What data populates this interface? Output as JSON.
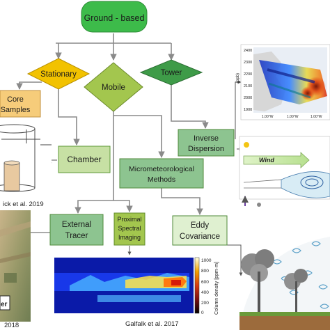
{
  "nodes": {
    "ground_based": "Ground - based",
    "stationary": "Stationary",
    "mobile": "Mobile",
    "tower": "Tower",
    "core_samples": [
      "Core",
      "Samples"
    ],
    "chamber": "Chamber",
    "inverse_dispersion": [
      "Inverse",
      "Dispersion"
    ],
    "micrometeorological": [
      "Micrometeorological",
      "Methods"
    ],
    "external_tracer": [
      "External",
      "Tracer"
    ],
    "proximal_spectral": [
      "Proximal",
      "Spectral",
      "Imaging"
    ],
    "eddy_covariance": [
      "Eddy",
      "Covariance"
    ]
  },
  "captions": {
    "chamber_ref": "ick et al. 2019",
    "tracer_ref": "2018",
    "imaging_ref": "Galfalk et al. 2017",
    "wind_label": "Wind",
    "colorbar_label": "Column density [ppm·m]",
    "colorbar_ticks": [
      "1000",
      "800",
      "600",
      "400",
      "200",
      "0"
    ],
    "map_ylabel": "(ppb)",
    "map_yticks": [
      "2400",
      "2300",
      "2200",
      "2100",
      "2000",
      "1900"
    ],
    "tracer_photo_label": "er",
    "map_xticks": [
      "1.00°W",
      "1.00°W",
      "1.00°W"
    ]
  },
  "colors": {
    "ground_based": "#3dbb4a",
    "stationary": "#f2c200",
    "mobile": "#a3c64e",
    "tower": "#3e9b48",
    "core_samples": "#f6cc7a",
    "light_green": "#c7e0a4",
    "mid_green": "#8dc490",
    "pale_green": "#dff0d0",
    "border_green": "#4f8a3a",
    "connector": "#8a8a8a"
  }
}
